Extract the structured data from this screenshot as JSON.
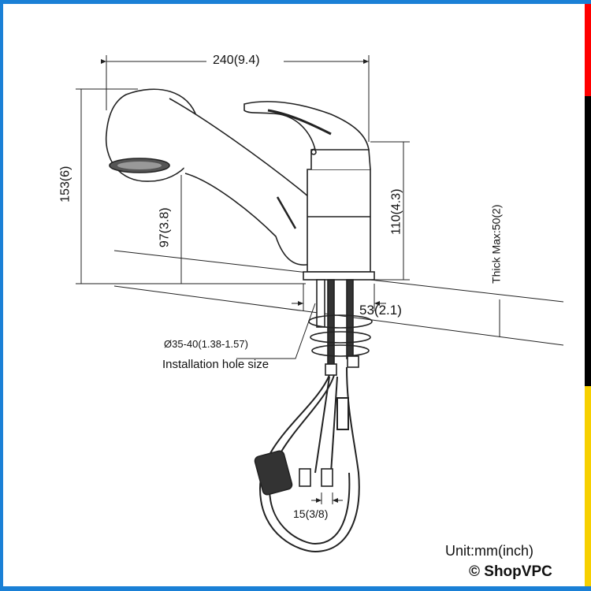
{
  "colors": {
    "border": "#1a80d6",
    "stripe_top": "#ff0000",
    "stripe_mid": "#000000",
    "stripe_bottom": "#f7d000"
  },
  "dimensions": {
    "width_total": "240(9.4)",
    "height_total": "153(6)",
    "spout_height": "97(3.8)",
    "body_height": "110(4.3)",
    "thickness_max": "Thick Max:50(2)",
    "base_diameter": "53(2.1)",
    "hole_size": "Ø35-40(1.38-1.57)",
    "hole_label": "Installation hole size",
    "connector": "15(3/8)"
  },
  "unit_label": "Unit:mm(inch)",
  "watermark": "© ShopVPC"
}
